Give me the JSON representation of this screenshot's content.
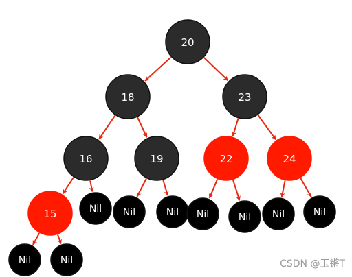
{
  "colors": {
    "black_node": "#2b2b2b",
    "nil_node": "#000000",
    "red_node": "#ff1a00",
    "edge": "#e8280c",
    "node_border": "#111111"
  },
  "tree": {
    "nodes": [
      {
        "id": "n20",
        "label": "20",
        "color": "black"
      },
      {
        "id": "n18",
        "label": "18",
        "color": "black"
      },
      {
        "id": "n23",
        "label": "23",
        "color": "black"
      },
      {
        "id": "n16",
        "label": "16",
        "color": "black"
      },
      {
        "id": "n19",
        "label": "19",
        "color": "black"
      },
      {
        "id": "n22",
        "label": "22",
        "color": "red"
      },
      {
        "id": "n24",
        "label": "24",
        "color": "red"
      },
      {
        "id": "n15",
        "label": "15",
        "color": "red"
      },
      {
        "id": "nil1",
        "label": "Nil",
        "color": "nil"
      },
      {
        "id": "nil2",
        "label": "Nil",
        "color": "nil"
      },
      {
        "id": "nil3",
        "label": "Nil",
        "color": "nil"
      },
      {
        "id": "nil4",
        "label": "Nil",
        "color": "nil"
      },
      {
        "id": "nil5",
        "label": "Nil",
        "color": "nil"
      },
      {
        "id": "nil6",
        "label": "Nil",
        "color": "nil"
      },
      {
        "id": "nil7",
        "label": "Nil",
        "color": "nil"
      },
      {
        "id": "nil8",
        "label": "Nil",
        "color": "nil"
      },
      {
        "id": "nil9",
        "label": "Nil",
        "color": "nil"
      }
    ],
    "edges": [
      {
        "from": "n20",
        "to": "n18"
      },
      {
        "from": "n20",
        "to": "n23"
      },
      {
        "from": "n18",
        "to": "n16"
      },
      {
        "from": "n18",
        "to": "n19"
      },
      {
        "from": "n23",
        "to": "n22"
      },
      {
        "from": "n23",
        "to": "n24"
      },
      {
        "from": "n16",
        "to": "n15"
      },
      {
        "from": "n16",
        "to": "nil1"
      },
      {
        "from": "n19",
        "to": "nil2"
      },
      {
        "from": "n19",
        "to": "nil3"
      },
      {
        "from": "n22",
        "to": "nil4"
      },
      {
        "from": "n22",
        "to": "nil5"
      },
      {
        "from": "n24",
        "to": "nil6"
      },
      {
        "from": "n24",
        "to": "nil7"
      },
      {
        "from": "n15",
        "to": "nil8"
      },
      {
        "from": "n15",
        "to": "nil9"
      }
    ]
  },
  "watermark": "CSDN @玉锵T"
}
